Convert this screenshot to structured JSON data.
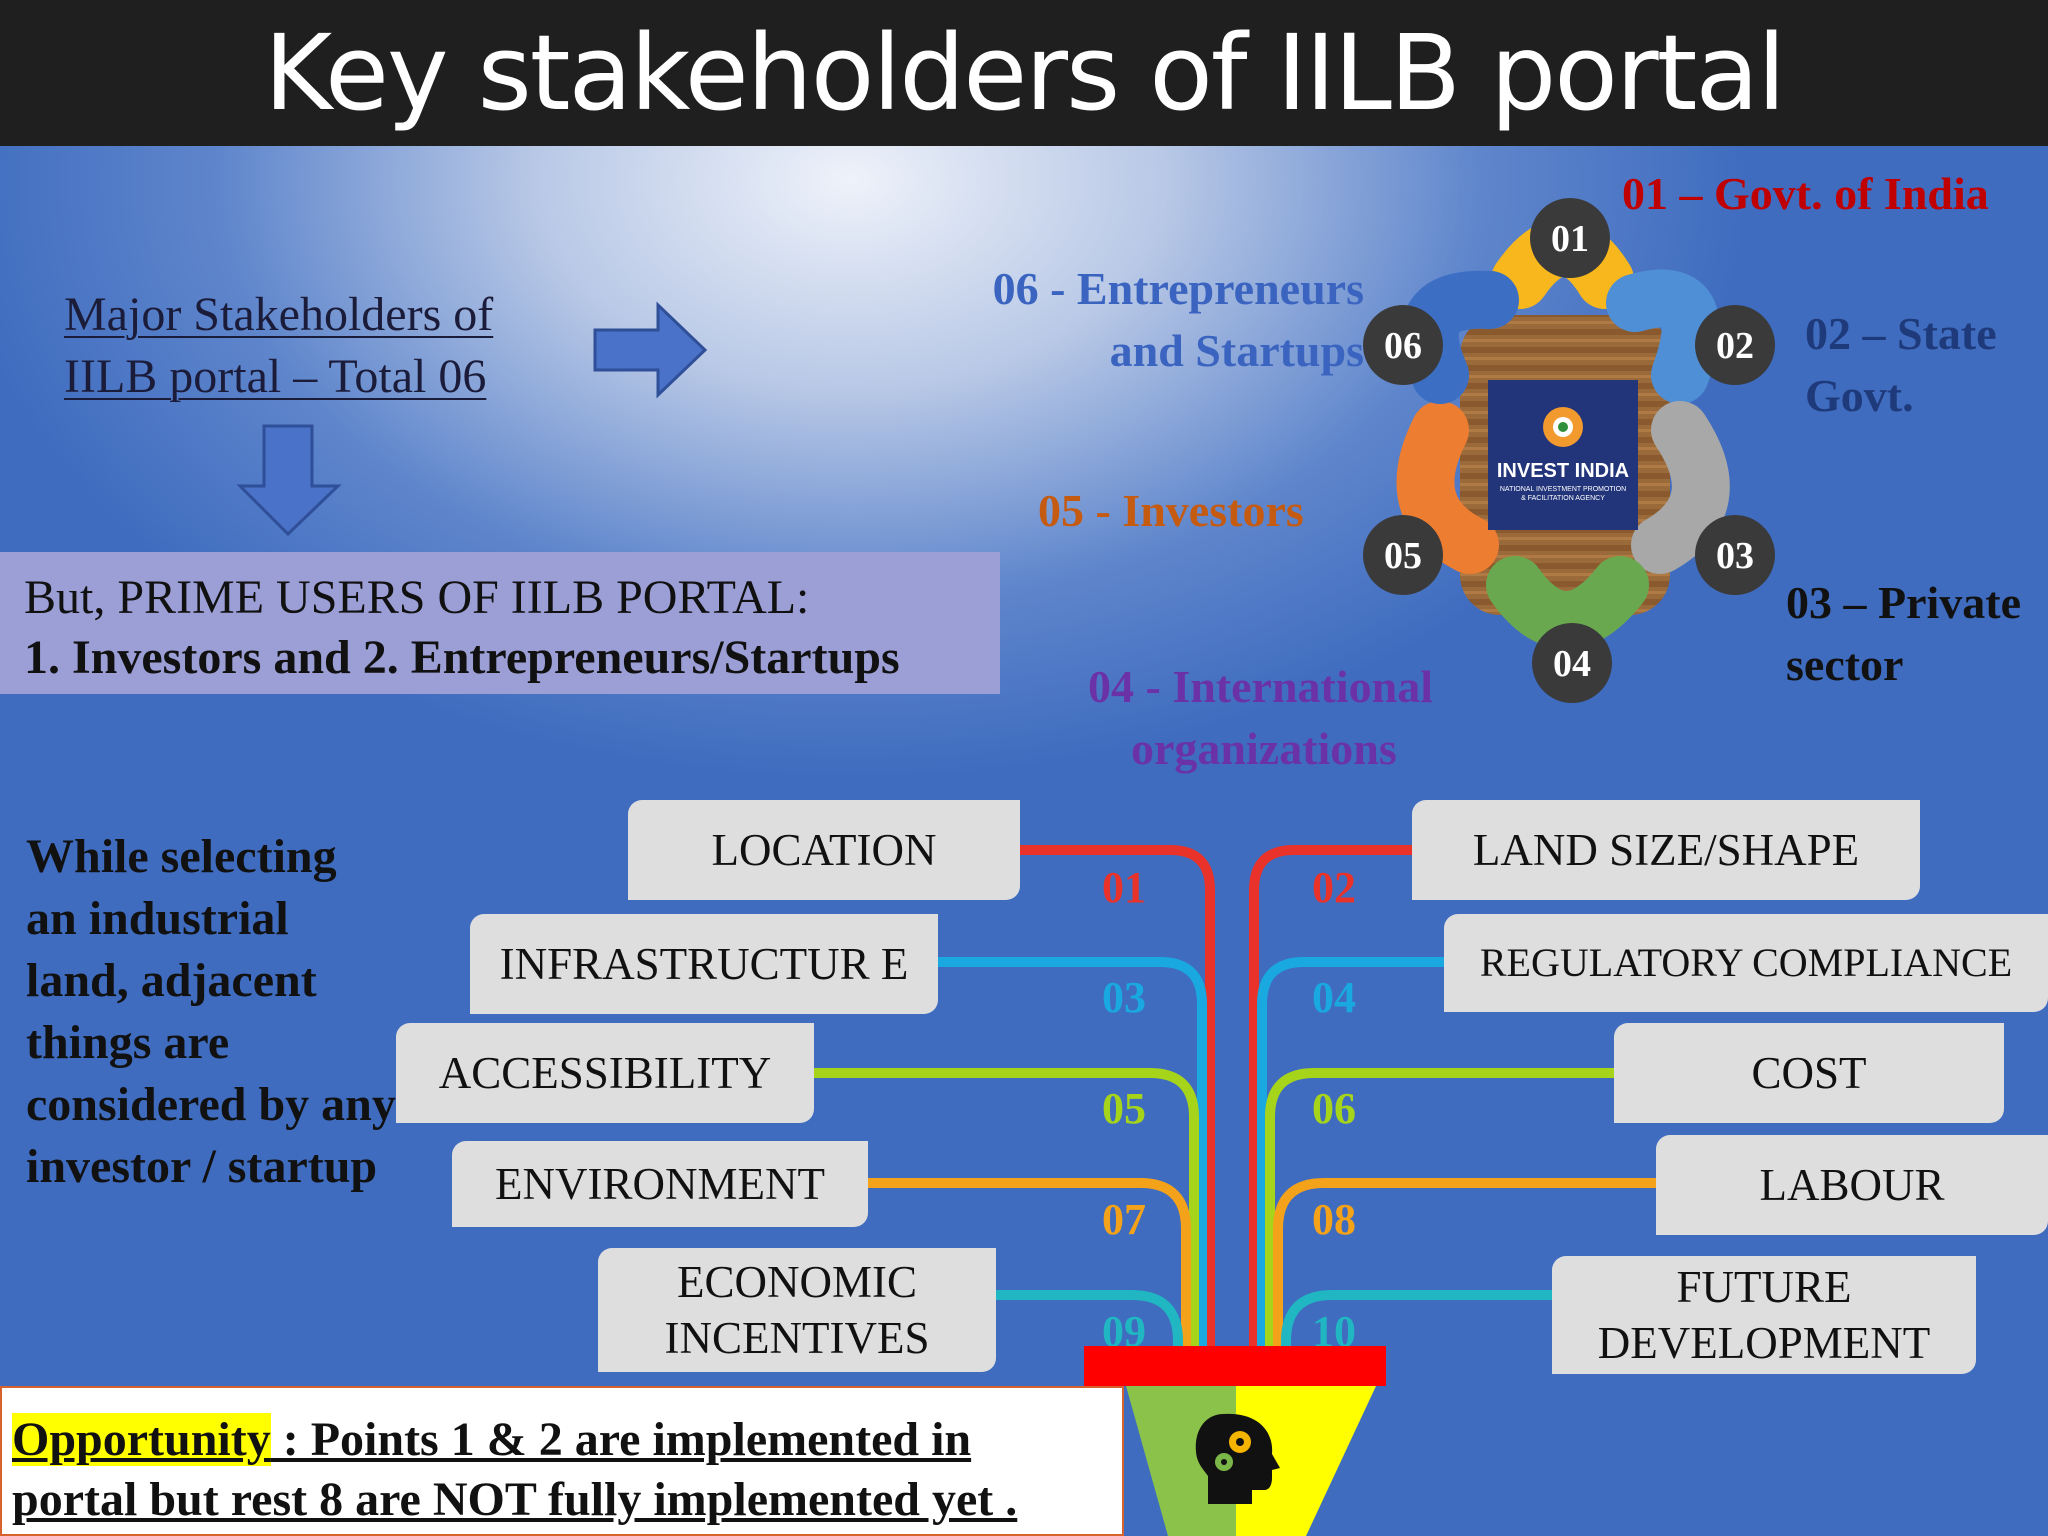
{
  "title": "Key stakeholders of IILB portal",
  "major_stakeholders": {
    "line1": "Major Stakeholders of",
    "line2": "IILB portal – Total 06"
  },
  "prime_users": {
    "line1": "But, PRIME USERS OF IILB PORTAL:",
    "line2": "1. Investors and 2. Entrepreneurs/Startups"
  },
  "stakeholders": [
    {
      "id": "01",
      "line1": "01 – Govt. of India",
      "line2": "",
      "color": "#c00000"
    },
    {
      "id": "02",
      "line1": "02 – State",
      "line2": "Govt.",
      "color": "#1f3a7a"
    },
    {
      "id": "03",
      "line1": "03 – Private",
      "line2": "sector",
      "color": "#111111"
    },
    {
      "id": "04",
      "line1": "04 -  International",
      "line2": "organizations",
      "color": "#6b32a8"
    },
    {
      "id": "05",
      "line1": "05 -  Investors",
      "line2": "",
      "color": "#c55a11"
    },
    {
      "id": "06",
      "line1": "06 - Entrepreneurs",
      "line2": "and Startups",
      "color": "#3a64c0"
    }
  ],
  "logo": {
    "name": "INVEST INDIA",
    "subtitle1": "NATIONAL INVESTMENT PROMOTION",
    "subtitle2": "& FACILITATION AGENCY"
  },
  "while_selecting": "While selecting an industrial land, adjacent things are considered by any investor / startup",
  "factors": [
    {
      "num": "01",
      "label": "LOCATION",
      "color": "#e8322a"
    },
    {
      "num": "02",
      "label": "LAND SIZE/SHAPE",
      "color": "#e8322a"
    },
    {
      "num": "03",
      "label": "INFRASTRUCTUR E",
      "color": "#19a8e0"
    },
    {
      "num": "04",
      "label": "REGULATORY COMPLIANCE",
      "color": "#19a8e0"
    },
    {
      "num": "05",
      "label": "ACCESSIBILITY",
      "color": "#a6d41a"
    },
    {
      "num": "06",
      "label": "COST",
      "color": "#a6d41a"
    },
    {
      "num": "07",
      "label": "ENVIRONMENT",
      "color": "#f4a21a"
    },
    {
      "num": "08",
      "label": "LABOUR",
      "color": "#f4a21a"
    },
    {
      "num": "09",
      "label": "ECONOMIC INCENTIVES",
      "color": "#20b6c2"
    },
    {
      "num": "10",
      "label": "FUTURE DEVELOPMENT",
      "color": "#20b6c2"
    }
  ],
  "opportunity": {
    "label": "Opportunity",
    "text1": " : Points 1 & 2 are implemented in",
    "text2": "portal but rest 8 are NOT fully implemented yet ."
  },
  "colors": {
    "c01": "#f7b71d",
    "c02": "#4f8fd6",
    "c03": "#a8a8a8",
    "c04": "#6aa84f",
    "c05": "#ed7d31",
    "c06": "#3c6fc4",
    "funnel_red": "#ff0000",
    "funnel_green": "#8bc34a",
    "funnel_yellow": "#ffff00"
  }
}
